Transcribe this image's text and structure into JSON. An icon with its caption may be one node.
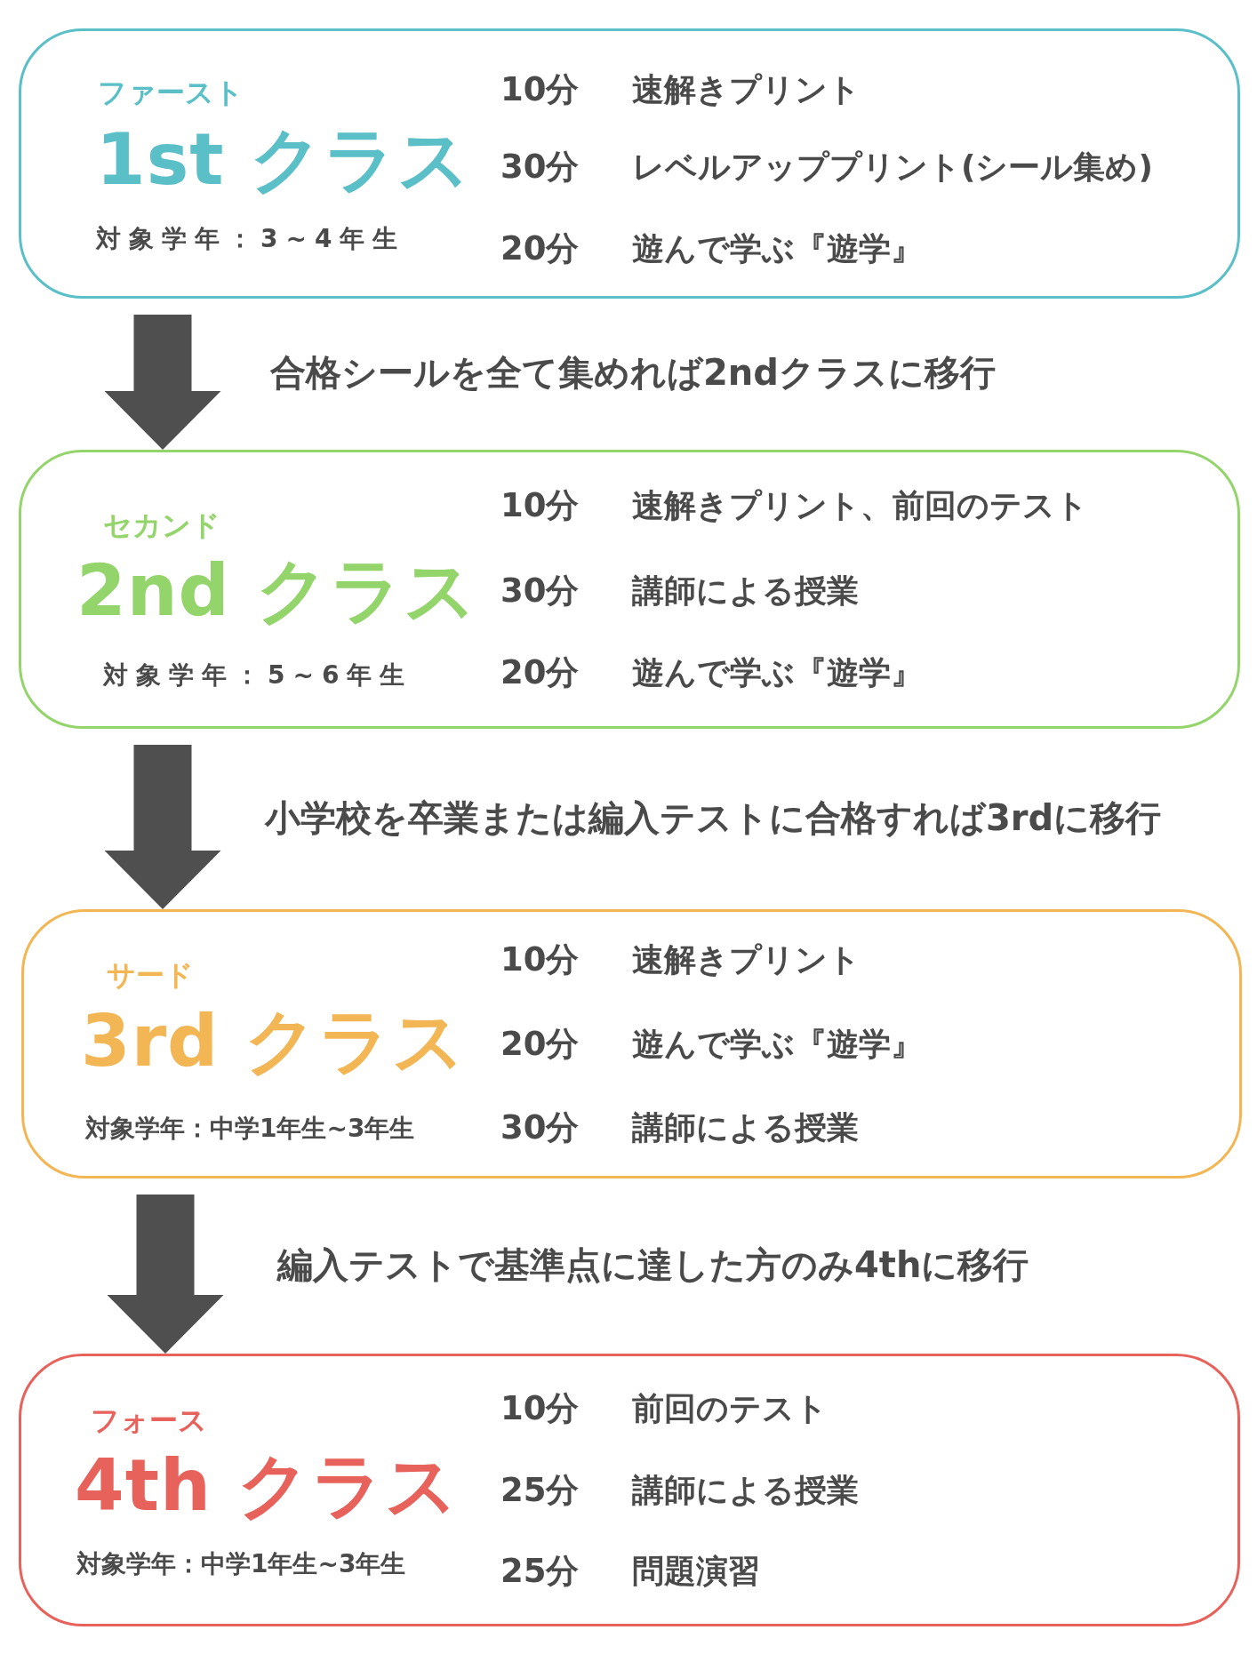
{
  "diagram": {
    "nodes": [
      {
        "text": [
          "ファースト",
          "1st クラス",
          "対象学年：3~4年生",
          "10分",
          "速解きプリント",
          "30分",
          "レベルアッププリント(シール集め)",
          "20分",
          "遊んで学ぶ『遊学』"
        ]
      },
      {
        "text": [
          "セカンド",
          "2nd クラス",
          "対象学年：5~6年生",
          "10分",
          "速解きプリント、前回のテスト",
          "30分",
          "講師による授業",
          "20分",
          "遊んで学ぶ『遊学』"
        ]
      },
      {
        "text": [
          "サード",
          "3rd クラス",
          "対象学年：中学1年生~3年生",
          "10分",
          "速解きプリント",
          "20分",
          "遊んで学ぶ『遊学』",
          "30分",
          "講師による授業"
        ]
      },
      {
        "text": [
          "フォース",
          "4th クラス",
          "対象学年：中学1年生~3年生",
          "10分",
          "前回のテスト",
          "25分",
          "講師による授業",
          "25分",
          "問題演習"
        ]
      }
    ],
    "edges": [
      {
        "from": 0,
        "to": 1,
        "arrow": "to",
        "label": "合格シールを全て集めれば2ndクラスに移行"
      },
      {
        "from": 1,
        "to": 2,
        "arrow": "to",
        "label": "小学校を卒業または編入テストに合格すれば3rdに移行"
      },
      {
        "from": 2,
        "to": 3,
        "arrow": "to",
        "label": "編入テストで基準点に達した方のみ4thに移行"
      }
    ]
  }
}
